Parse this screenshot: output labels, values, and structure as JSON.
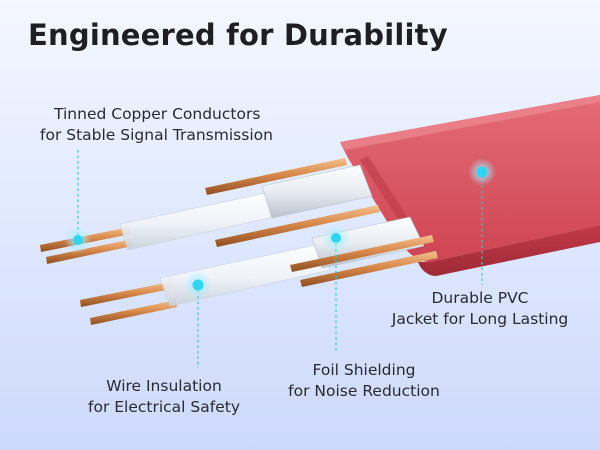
{
  "title": "Engineered for Durability",
  "callouts": {
    "conductors": {
      "line1": "Tinned Copper Conductors",
      "line2": "for Stable Signal Transmission"
    },
    "jacket": {
      "line1": "Durable PVC",
      "line2": "Jacket for Long Lasting"
    },
    "shielding": {
      "line1": "Foil Shielding",
      "line2": "for Noise Reduction"
    },
    "insulation": {
      "line1": "Wire Insulation",
      "line2": "for Electrical Safety"
    }
  },
  "colors": {
    "jacket": "#d8525f",
    "copper": "#d98a4c",
    "marker": "#2fd4ee",
    "text": "#2a2a2e"
  }
}
